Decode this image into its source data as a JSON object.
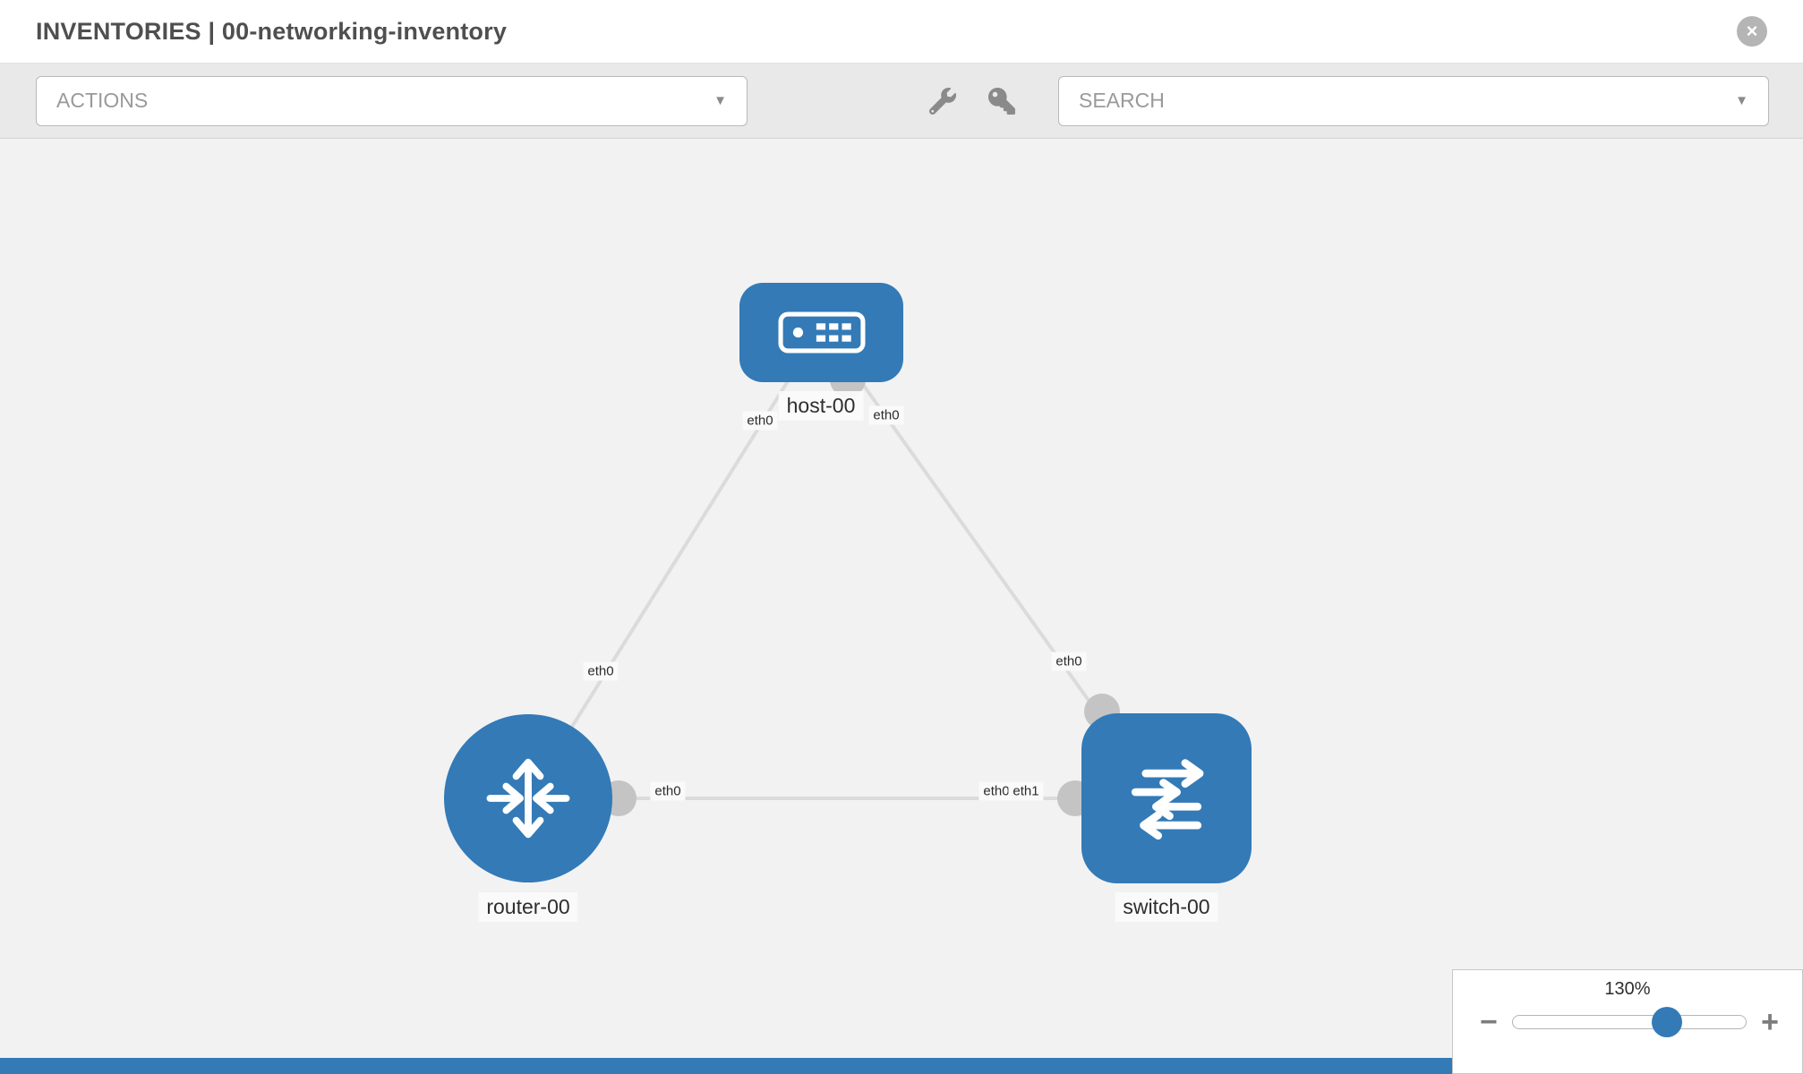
{
  "header": {
    "title": "INVENTORIES | 00-networking-inventory"
  },
  "toolbar": {
    "actions_label": "ACTIONS",
    "search_label": "SEARCH"
  },
  "icons": {
    "chevron": "▼",
    "close": "×",
    "minus": "−",
    "plus": "+",
    "wrench": "wrench-icon",
    "key": "key-icon"
  },
  "canvas": {
    "nodes": [
      {
        "id": "host-00",
        "type": "host",
        "label": "host-00"
      },
      {
        "id": "router-00",
        "type": "router",
        "label": "router-00"
      },
      {
        "id": "switch-00",
        "type": "switch",
        "label": "switch-00"
      }
    ],
    "links": [
      {
        "from": "host-00",
        "to": "router-00",
        "from_iface": "eth0",
        "to_iface": "eth0"
      },
      {
        "from": "host-00",
        "to": "switch-00",
        "from_iface": "eth0",
        "to_iface": "eth0"
      },
      {
        "from": "router-00",
        "to": "switch-00",
        "from_iface": "eth0",
        "to_iface": "eth1"
      }
    ],
    "iface_labels": [
      {
        "text": "eth0"
      },
      {
        "text": "eth0"
      },
      {
        "text": "eth0"
      },
      {
        "text": "eth0"
      },
      {
        "text": "eth0"
      },
      {
        "text": "eth0"
      },
      {
        "text": "eth1"
      }
    ]
  },
  "zoom": {
    "level": "130%"
  },
  "colors": {
    "node_blue": "#337ab7",
    "link_gray": "#dbdbdb",
    "port_gray": "#c4c4c4",
    "canvas_bg": "#f2f2f2",
    "toolbar_bg": "#e9e9e9",
    "footer_blue": "#337ab7"
  }
}
